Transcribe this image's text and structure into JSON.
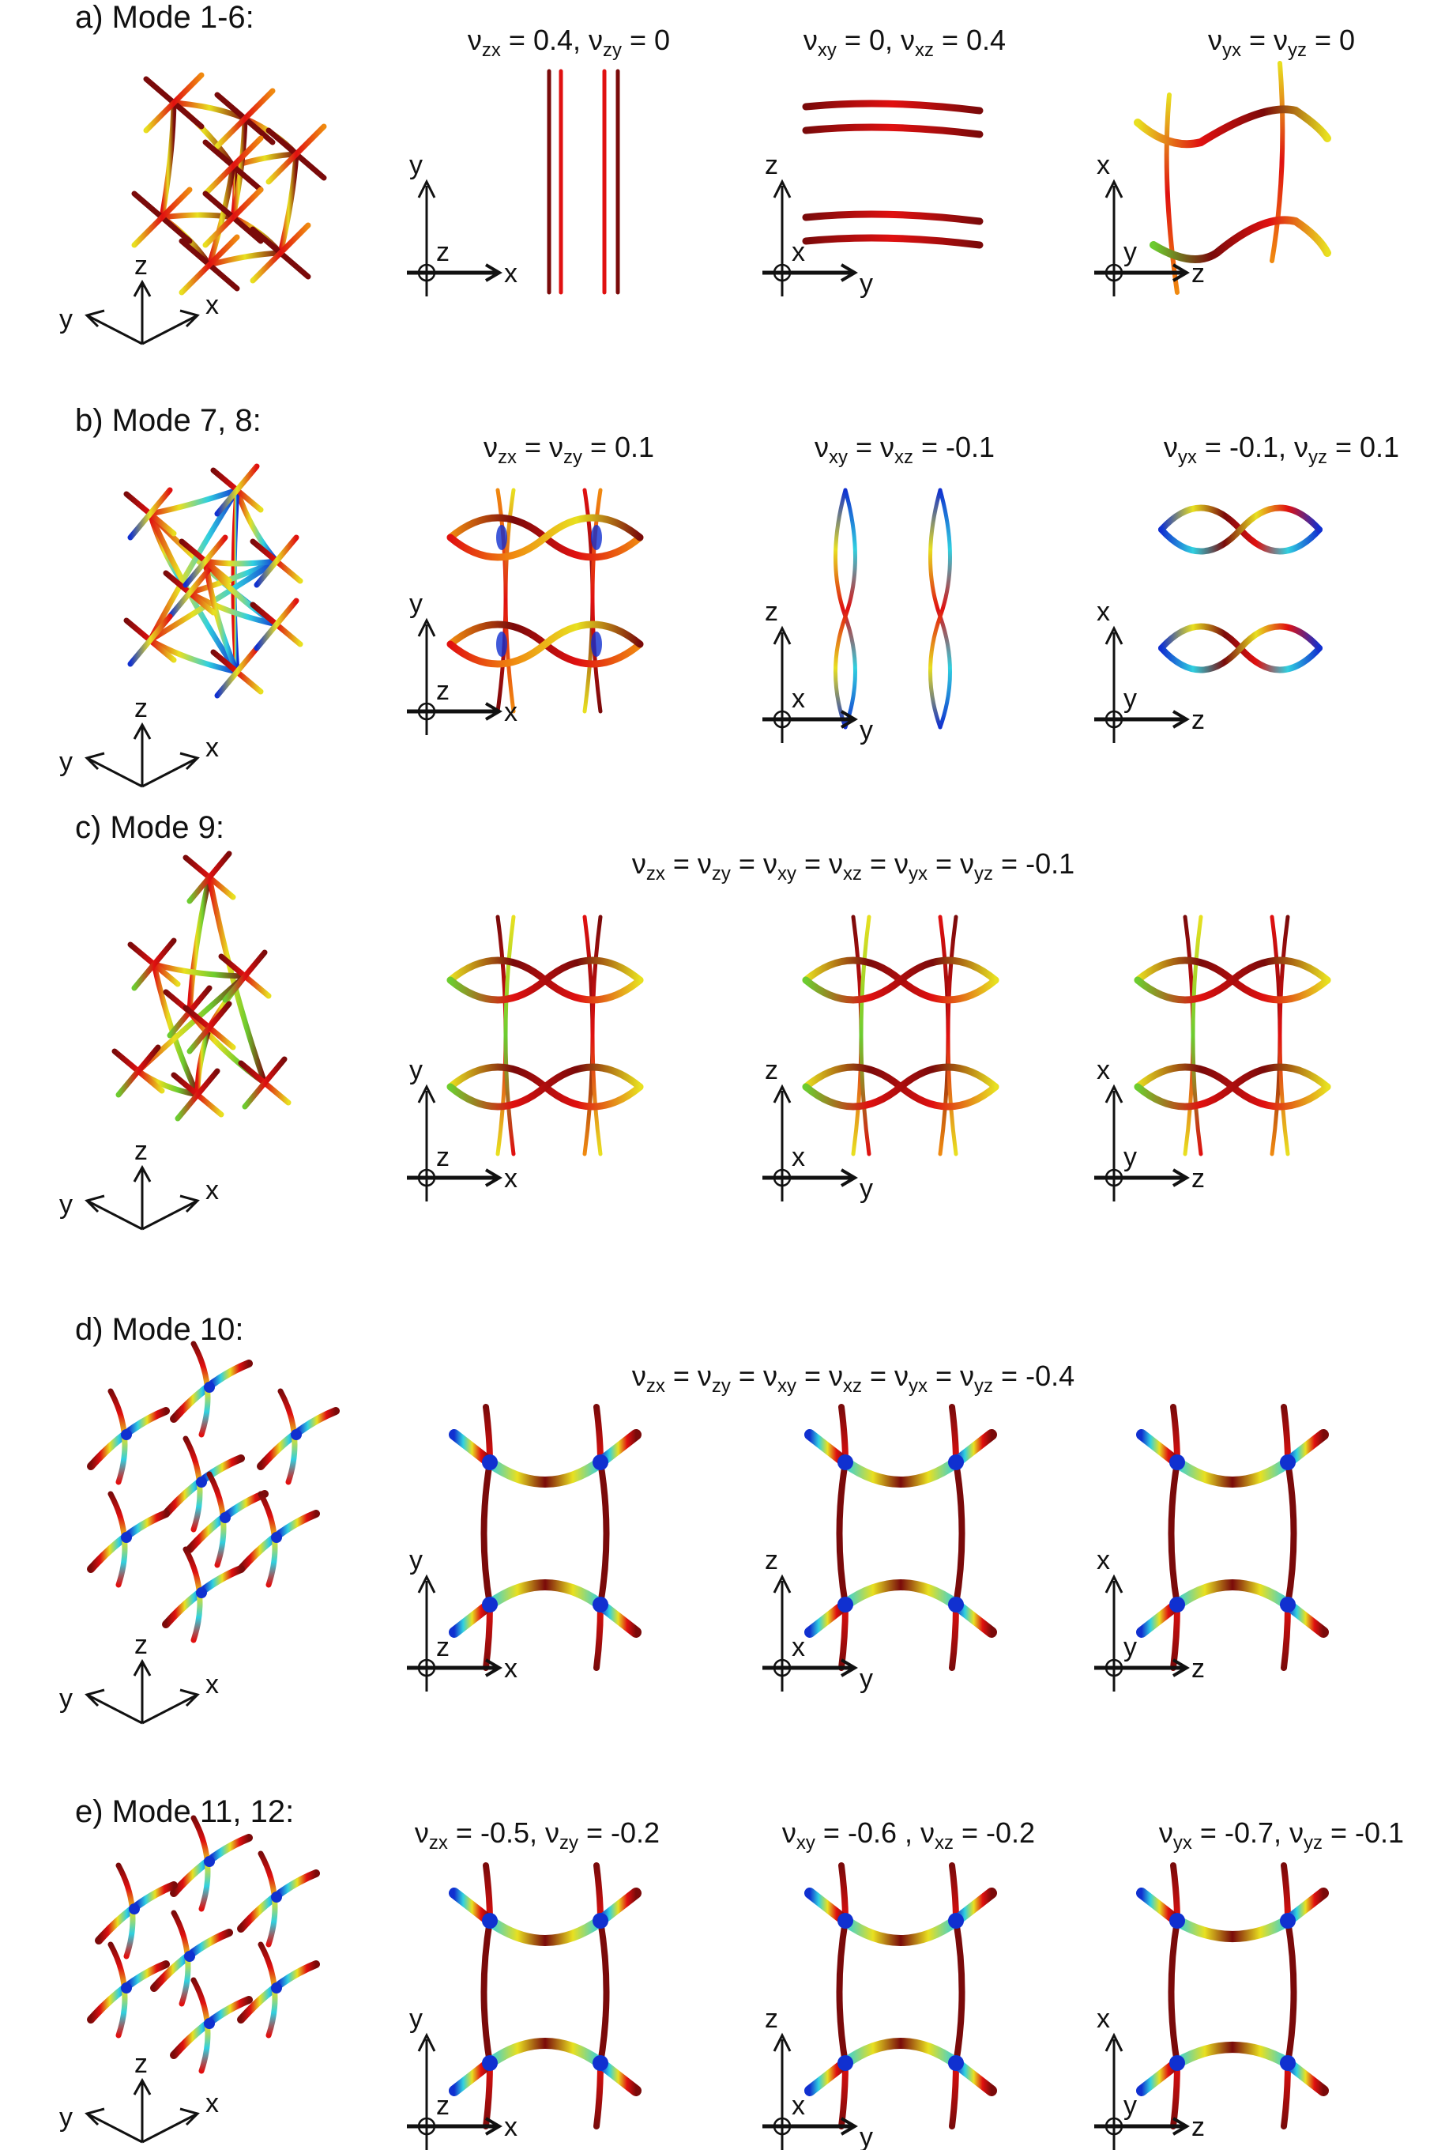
{
  "figure": {
    "rows": [
      {
        "id": "a",
        "title": "a) Mode 1-6:",
        "equations": [
          {
            "parts": [
              [
                "ν",
                "zx",
                " = 0.4, "
              ],
              [
                "ν",
                "zy",
                " = 0"
              ]
            ]
          },
          {
            "parts": [
              [
                "ν",
                "xy",
                " = 0, "
              ],
              [
                "ν",
                "xz",
                " = 0.4"
              ]
            ]
          },
          {
            "parts": [
              [
                "ν",
                "yx",
                " = "
              ],
              [
                "ν",
                "yz",
                " = 0"
              ]
            ]
          }
        ],
        "iso_axes": {
          "up": "z",
          "left": "y",
          "right": "x"
        },
        "views": [
          {
            "vertical": "y",
            "out": "z",
            "horizontal": "x"
          },
          {
            "vertical": "z",
            "out": "x",
            "horizontal": "y"
          },
          {
            "vertical": "x",
            "out": "y",
            "horizontal": "z"
          }
        ]
      },
      {
        "id": "b",
        "title": "b) Mode 7, 8:",
        "equations": [
          {
            "parts": [
              [
                "ν",
                "zx",
                " = "
              ],
              [
                "ν",
                "zy",
                " = 0.1"
              ]
            ]
          },
          {
            "parts": [
              [
                "ν",
                "xy",
                " = "
              ],
              [
                "ν",
                "xz",
                " = -0.1"
              ]
            ]
          },
          {
            "parts": [
              [
                "ν",
                "yx",
                " = -0.1, "
              ],
              [
                "ν",
                "yz",
                " = 0.1"
              ]
            ]
          }
        ],
        "iso_axes": {
          "up": "z",
          "left": "y",
          "right": "x"
        },
        "views": [
          {
            "vertical": "y",
            "out": "z",
            "horizontal": "x"
          },
          {
            "vertical": "z",
            "out": "x",
            "horizontal": "y"
          },
          {
            "vertical": "x",
            "out": "y",
            "horizontal": "z"
          }
        ]
      },
      {
        "id": "c",
        "title": "c) Mode 9:",
        "equation_shared": {
          "parts": [
            [
              "ν",
              "zx",
              " = "
            ],
            [
              "ν",
              "zy",
              " = "
            ],
            [
              "ν",
              "xy",
              " = "
            ],
            [
              "ν",
              "xz",
              " = "
            ],
            [
              "ν",
              "yx",
              " = "
            ],
            [
              "ν",
              "yz",
              " = -0.1"
            ]
          ]
        },
        "iso_axes": {
          "up": "z",
          "left": "y",
          "right": "x"
        },
        "views": [
          {
            "vertical": "y",
            "out": "z",
            "horizontal": "x"
          },
          {
            "vertical": "z",
            "out": "x",
            "horizontal": "y"
          },
          {
            "vertical": "x",
            "out": "y",
            "horizontal": "z"
          }
        ]
      },
      {
        "id": "d",
        "title": "d) Mode 10:",
        "equation_shared": {
          "parts": [
            [
              "ν",
              "zx",
              " = "
            ],
            [
              "ν",
              "zy",
              " = "
            ],
            [
              "ν",
              "xy",
              " = "
            ],
            [
              "ν",
              "xz",
              " = "
            ],
            [
              "ν",
              "yx",
              " = "
            ],
            [
              "ν",
              "yz",
              " = -0.4"
            ]
          ]
        },
        "iso_axes": {
          "up": "z",
          "left": "y",
          "right": "x"
        },
        "views": [
          {
            "vertical": "y",
            "out": "z",
            "horizontal": "x"
          },
          {
            "vertical": "z",
            "out": "x",
            "horizontal": "y"
          },
          {
            "vertical": "x",
            "out": "y",
            "horizontal": "z"
          }
        ]
      },
      {
        "id": "e",
        "title": "e) Mode 11, 12:",
        "equations": [
          {
            "parts": [
              [
                "ν",
                "zx",
                " = -0.5, "
              ],
              [
                "ν",
                "zy",
                " = -0.2"
              ]
            ]
          },
          {
            "parts": [
              [
                "ν",
                "xy",
                " = -0.6  , "
              ],
              [
                "ν",
                "xz",
                " = -0.2"
              ]
            ]
          },
          {
            "parts": [
              [
                "ν",
                "yx",
                " = -0.7, "
              ],
              [
                "ν",
                "yz",
                " = -0.1"
              ]
            ]
          }
        ],
        "iso_axes": {
          "up": "z",
          "left": "y",
          "right": "x"
        },
        "views": [
          {
            "vertical": "y",
            "out": "z",
            "horizontal": "x"
          },
          {
            "vertical": "z",
            "out": "x",
            "horizontal": "y"
          },
          {
            "vertical": "x",
            "out": "y",
            "horizontal": "z"
          }
        ]
      }
    ],
    "colors": {
      "dark_red": "#7a0a0a",
      "red": "#e01010",
      "orange": "#f08a10",
      "yellow": "#e8e020",
      "green": "#6ccc30",
      "cyan": "#30d0e0",
      "blue": "#1030d0",
      "axis": "#111111"
    }
  }
}
